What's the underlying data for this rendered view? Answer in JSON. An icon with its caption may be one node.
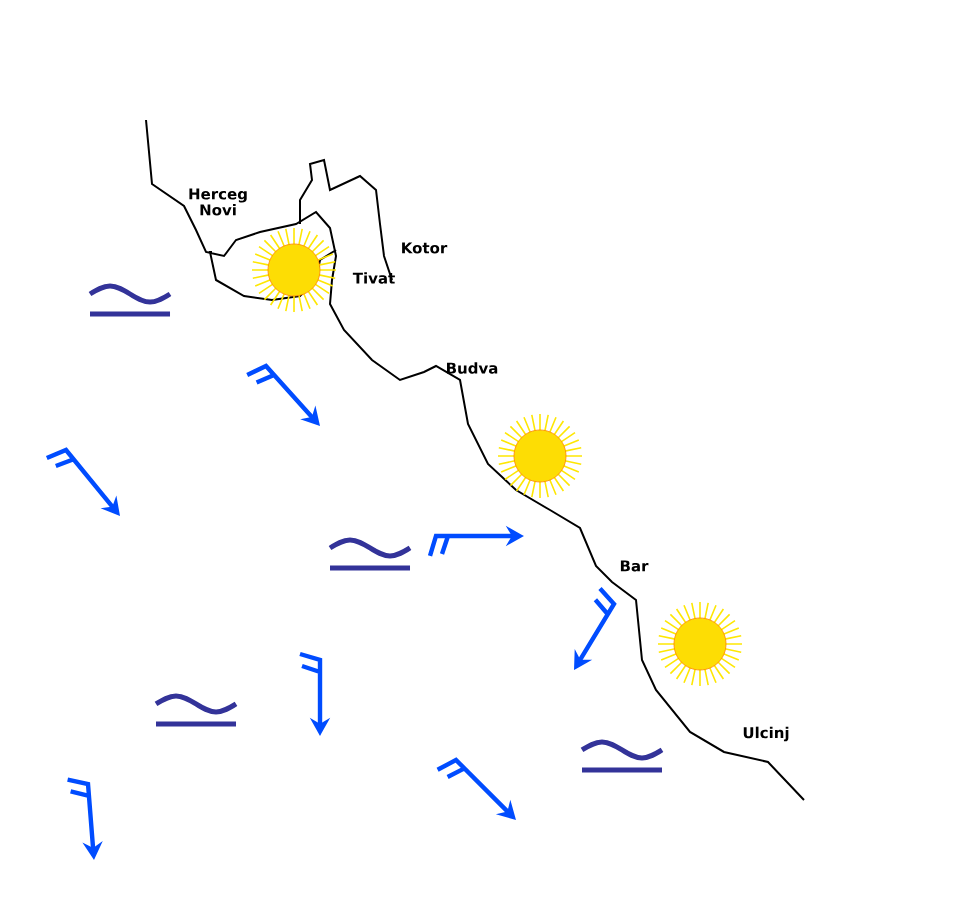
{
  "diagram": {
    "labels": [
      "Herceg Novi",
      "Kotor",
      "Tivat",
      "Budva",
      "Bar",
      "Ulcinj"
    ]
  }
}
